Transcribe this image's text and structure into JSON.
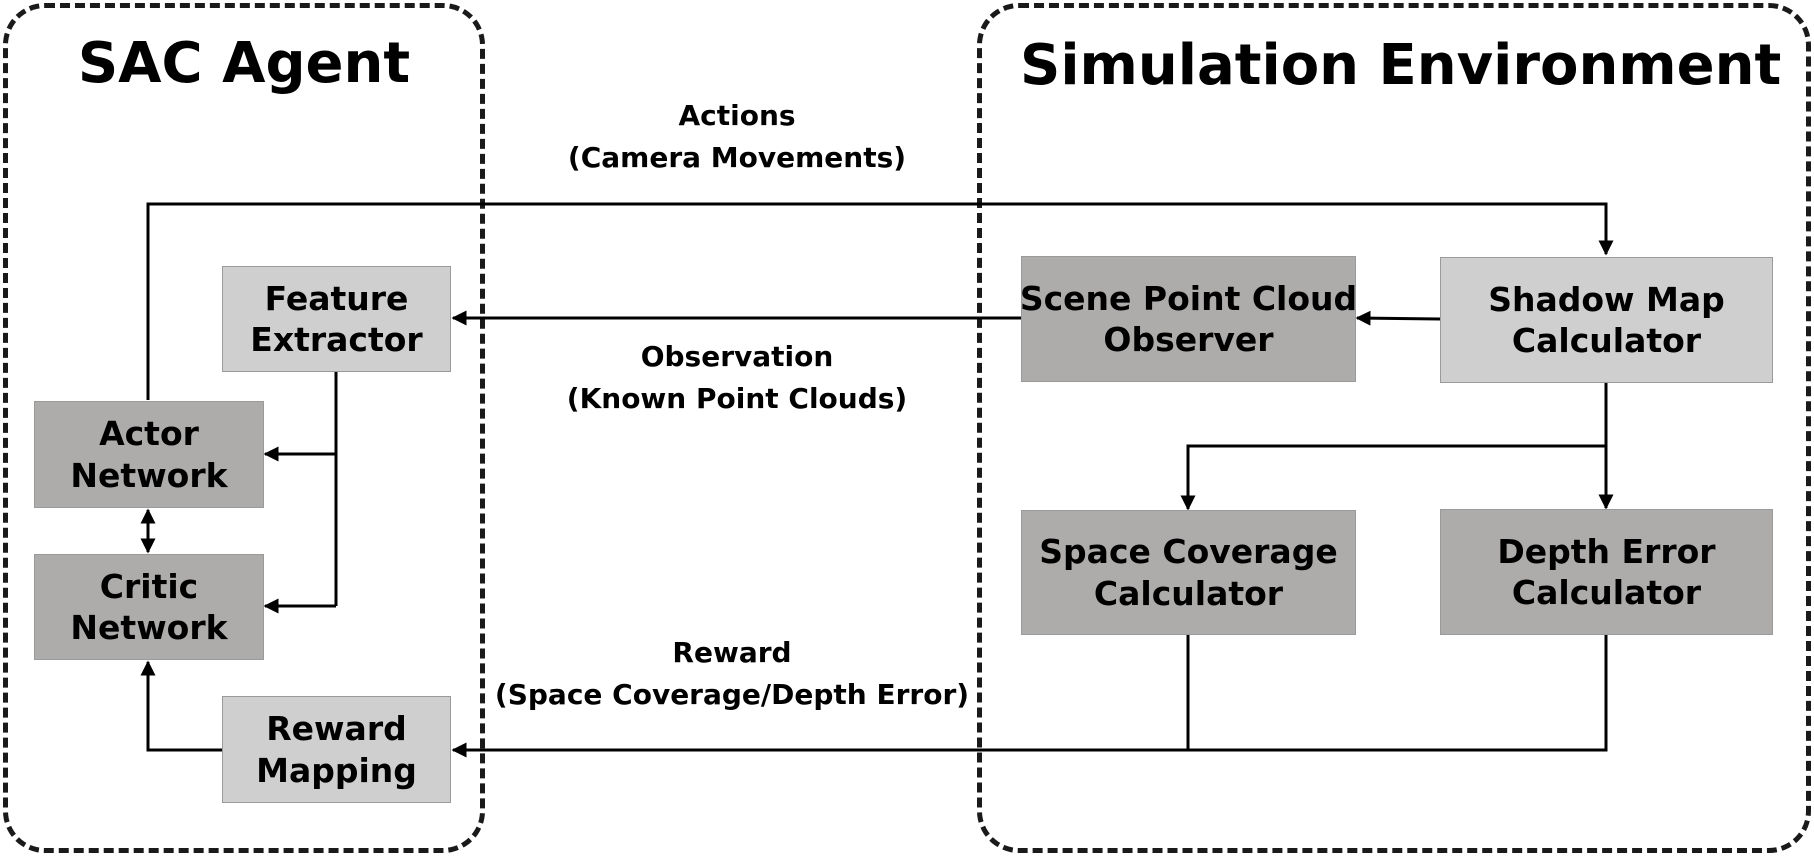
{
  "groups": {
    "agent": {
      "title": "SAC Agent"
    },
    "environment": {
      "title": "Simulation Environment"
    }
  },
  "nodes": {
    "feature_extractor": [
      "Feature",
      "Extractor"
    ],
    "actor_network": [
      "Actor",
      "Network"
    ],
    "critic_network": [
      "Critic",
      "Network"
    ],
    "reward_mapping": [
      "Reward",
      "Mapping"
    ],
    "scene_point_cloud_observer": [
      "Scene Point Cloud",
      "Observer"
    ],
    "shadow_map_calculator": [
      "Shadow Map",
      "Calculator"
    ],
    "space_coverage_calculator": [
      "Space Coverage",
      "Calculator"
    ],
    "depth_error_calculator": [
      "Depth Error",
      "Calculator"
    ]
  },
  "edge_labels": {
    "actions": [
      "Actions",
      "(Camera Movements)"
    ],
    "observation": [
      "Observation",
      "(Known Point Clouds)"
    ],
    "reward": [
      "Reward",
      "(Space Coverage/Depth Error)"
    ]
  },
  "colors": {
    "light_box": "#d0cfcf",
    "dark_box": "#aeacab",
    "line": "#000000"
  }
}
